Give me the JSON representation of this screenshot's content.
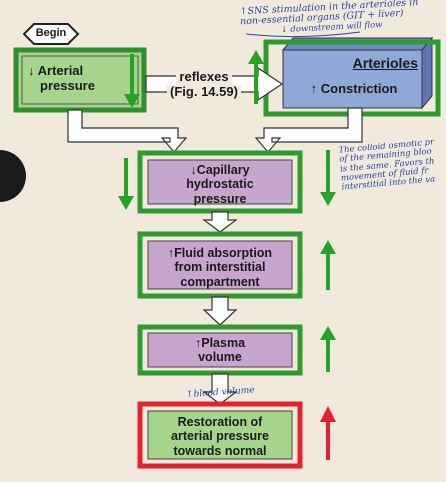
{
  "begin_label": "Begin",
  "arterial_pressure": {
    "line1": "↓ Arterial",
    "line2": "pressure"
  },
  "reflexes": {
    "line1": "reflexes",
    "line2": "(Fig. 14.59)"
  },
  "arterioles": {
    "title": "Arterioles",
    "subtitle": "↑ Constriction"
  },
  "capillary": {
    "line1": "↓Capillary",
    "line2": "hydrostatic",
    "line3": "pressure"
  },
  "fluid_absorption": {
    "line1": "↑Fluid absorption",
    "line2": "from interstitial",
    "line3": "compartment"
  },
  "plasma_volume": {
    "line1": "↑Plasma",
    "line2": "volume"
  },
  "restoration": {
    "line1": "Restoration of",
    "line2": "arterial pressure",
    "line3": "towards normal"
  },
  "notes": {
    "sns_line1": "↑SNS stimulation in the arterioles in",
    "sns_line2": "non-essential organs (GIT + liver)",
    "sns_line3": "↓ downstream will flow",
    "colloid_line1": "The colloid osmotic pr",
    "colloid_line2": "of the remaining bloo",
    "colloid_line3": "is the same. Favors th",
    "colloid_line4": "movement of fluid fr",
    "colloid_line5": "interstitial into the va",
    "blood_volume": "↑blood volume"
  },
  "colors": {
    "background": "#f2e9dd",
    "green_box": "#a6d48a",
    "purple_box": "#c6a6cc",
    "blue_box": "#8fa8d8",
    "annotation_green": "#27a227",
    "annotation_red": "#e2232f",
    "handwriting": "#2346a6"
  }
}
